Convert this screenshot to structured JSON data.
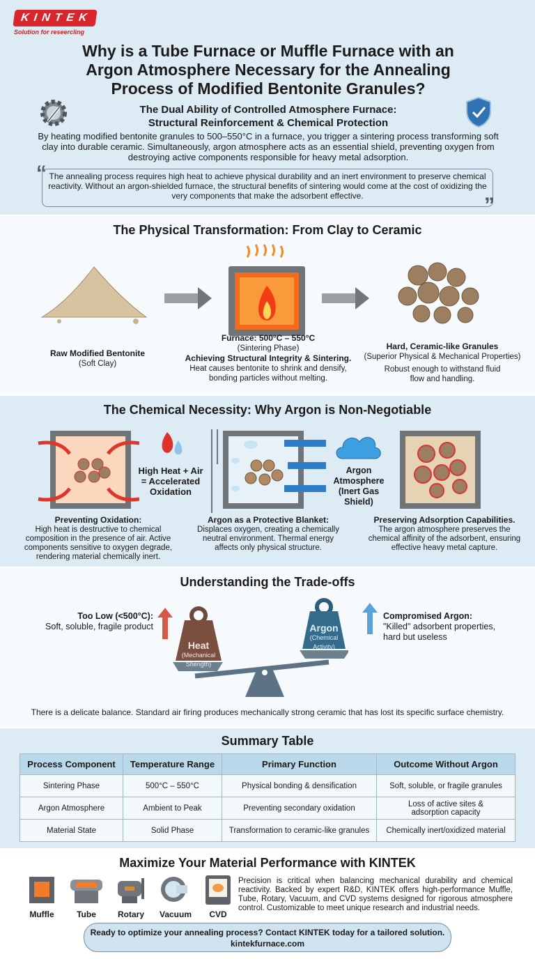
{
  "brand": {
    "logo": "KINTEK",
    "tagline": "Solution for reseercling",
    "accent": "#d9262c"
  },
  "header": {
    "title": "Why is a Tube Furnace or Muffle Furnace with an Argon Atmosphere Necessary for the Annealing Process of Modified Bentonite Granules?",
    "subtitle_line1": "The Dual Ability of Controlled Atmosphere Furnace:",
    "subtitle_line2": "Structural Reinforcement & Chemical Protection",
    "intro": "By heating modified bentonite granules to 500–550°C in a furnace, you trigger a sintering process transforming soft clay into durable ceramic. Simultaneously, argon atmosphere acts as an essential shield, preventing oxygen from destroying active components responsible for heavy metal adsorption.",
    "quote": "The annealing process requires high heat to achieve physical durability and an inert environment to preserve chemical reactivity. Without an argon-shielded furnace, the structural benefits of sintering would come at the cost of oxidizing the very components that make the adsorbent effective.",
    "icons": [
      "gear-wrench-icon",
      "shield-check-icon"
    ]
  },
  "physical": {
    "title": "The Physical Transformation: From Clay to Ceramic",
    "raw_title": "Raw Modified Bentonite",
    "raw_sub": "(Soft Clay)",
    "furnace_title": "Furnace: 500°C – 550°C",
    "furnace_sub": "(Sintering Phase)",
    "furnace_head": "Achieving Structural Integrity & Sintering.",
    "furnace_desc": "Heat causes bentonite to shrink and densify, bonding particles without melting.",
    "granules_title": "Hard, Ceramic-like Granules",
    "granules_sub": "(Superior Physical & Mechanical Properties)",
    "granules_desc": "Robust enough to withstand fluid flow and handling."
  },
  "chemical": {
    "title": "The Chemical Necessity: Why Argon is Non-Negotiable",
    "heat_air": "High Heat + Air = Accelerated Oxidation",
    "argon_label": "Argon Atmosphere (Inert Gas Shield)",
    "panels": [
      {
        "head": "Preventing Oxidation:",
        "desc": "High heat is destructive to chemical composition in the presence of air. Active components sensitive to oxygen degrade, rendering material chemically inert."
      },
      {
        "head": "Argon as a Protective Blanket:",
        "desc": "Displaces oxygen, creating a chemically neutral environment. Thermal energy affects only physical structure."
      },
      {
        "head": "Preserving Adsorption Capabilities.",
        "desc": "The argon atmosphere preserves the chemical affinity of the adsorbent, ensuring effective heavy metal capture."
      }
    ]
  },
  "tradeoffs": {
    "title": "Understanding the Trade-offs",
    "left_head": "Too Low (<500°C):",
    "left_desc": "Soft, soluble, fragile product",
    "right_head": "Compromised Argon:",
    "right_desc": "\"Killed\" adsorbent properties, hard but useless",
    "heat_weight": "Heat",
    "heat_sub": "(Mechanical Shength)",
    "argon_weight": "Argon",
    "argon_sub": "(Chemical Activity)",
    "footer": "There is a delicate balance. Standard air firing produces mechanically strong ceramic that has lost its specific surface chemistry."
  },
  "summary": {
    "title": "Summary Table",
    "headers": [
      "Process Component",
      "Temperature Range",
      "Primary Function",
      "Outcome Without Argon"
    ],
    "rows": [
      [
        "Sintering Phase",
        "500°C – 550°C",
        "Physical bonding & densification",
        "Soft, soluble, or fragile granules"
      ],
      [
        "Argon Atmosphere",
        "Ambient to Peak",
        "Preventing secondary oxidation",
        "Loss of active sites & adsorption capacity"
      ],
      [
        "Material State",
        "Solid Phase",
        "Transformation to ceramic-like granules",
        "Chemically inert/oxidized material"
      ]
    ]
  },
  "cta": {
    "title": "Maximize Your Material Performance with KINTEK",
    "products": [
      "Muffle",
      "Tube",
      "Rotary",
      "Vacuum",
      "CVD"
    ],
    "desc": "Precision is critical when balancing mechanical durability and chemical reactivity. Backed by expert R&D, KINTEK offers high-performance Muffle, Tube, Rotary, Vacuum, and CVD systems designed for rigorous atmosphere control. Customizable to meet unique research and industrial needs.",
    "button": "Ready to optimize your annealing process? Contact KINTEK today for a tailored solution.",
    "url": "kintekfurnace.com"
  }
}
